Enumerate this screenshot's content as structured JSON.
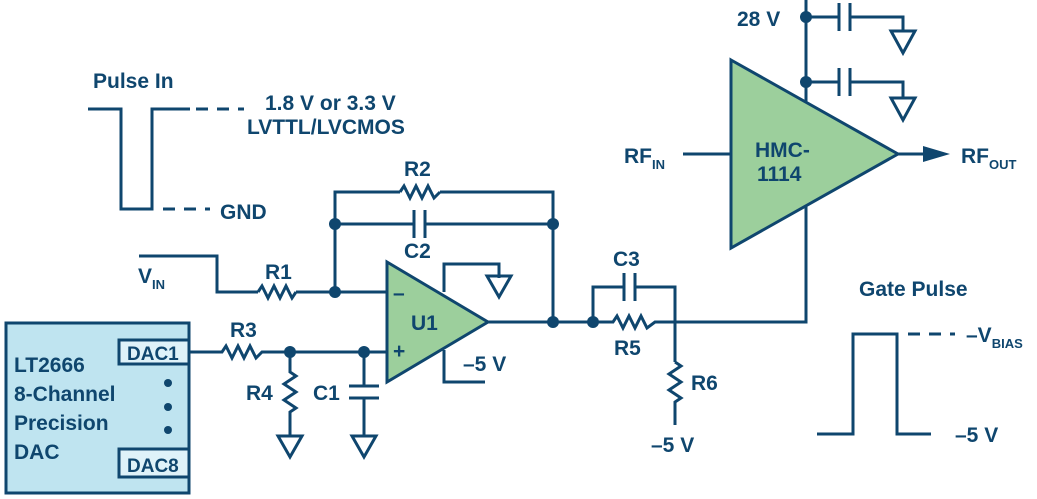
{
  "diagram": {
    "title": "Gate pulse driver circuit for HMC-1114 amplifier",
    "colors": {
      "wire": "#0f466e",
      "amplifier_fill": "#9ccf9c",
      "dac_fill": "#bfe4f0",
      "pin_fill": "#dff2f9"
    },
    "pulse_in": {
      "title": "Pulse In",
      "high_level_line1": "1.8 V or 3.3 V",
      "high_level_line2": "LVTTL/LVCMOS",
      "low_level": "GND"
    },
    "vin": {
      "main": "V",
      "sub": "IN"
    },
    "dac": {
      "name_line1": "LT2666",
      "name_line2": "8-Channel",
      "name_line3": "Precision",
      "name_line4": "DAC",
      "pin_first": "DAC1",
      "pin_last": "DAC8"
    },
    "components": {
      "r1": "R1",
      "r2": "R2",
      "r3": "R3",
      "r4": "R4",
      "r5": "R5",
      "r6": "R6",
      "c1": "C1",
      "c2": "C2",
      "c3": "C3",
      "u1": "U1",
      "u1_minus": "–",
      "u1_plus": "+",
      "u1_supply": "–5 V",
      "r6_supply": "–5 V"
    },
    "amplifier": {
      "name_line1": "HMC-",
      "name_line2": "1114",
      "supply": "28 V",
      "rf_in": {
        "main": "RF",
        "sub": "IN"
      },
      "rf_out": {
        "main": "RF",
        "sub": "OUT"
      }
    },
    "gate_pulse": {
      "title": "Gate Pulse",
      "high_level": {
        "main": "–V",
        "sub": "BIAS"
      },
      "low_level": "–5 V"
    }
  }
}
